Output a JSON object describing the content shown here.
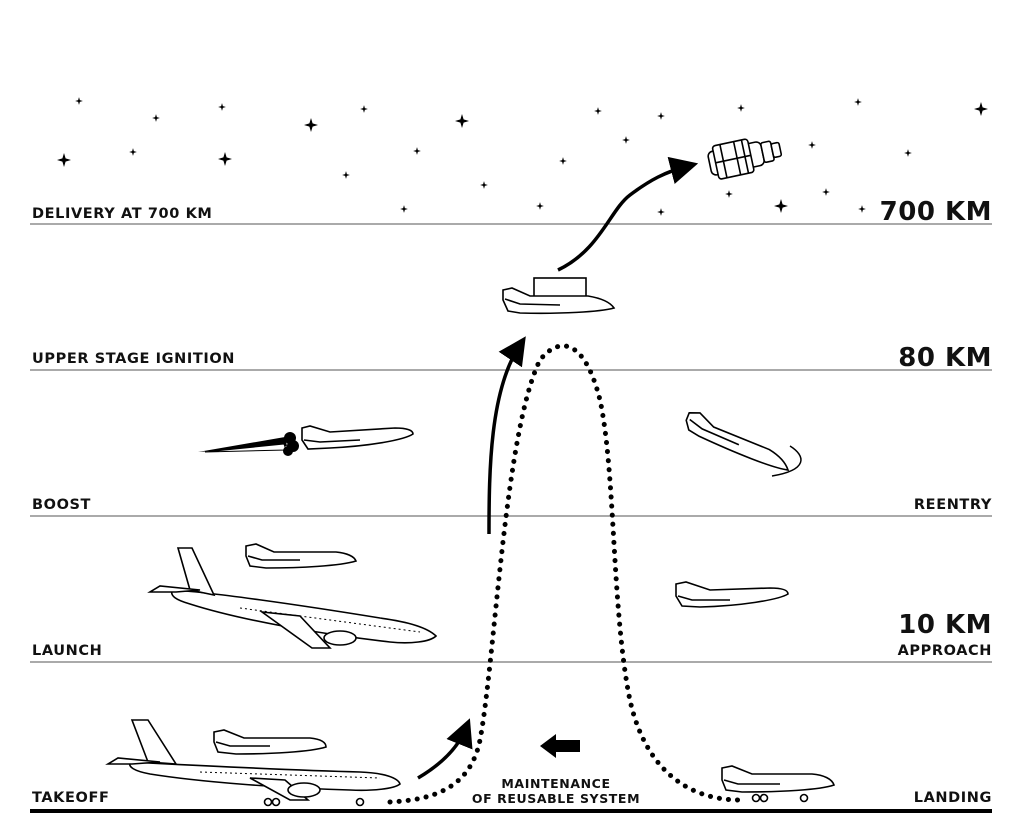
{
  "diagram": {
    "stages": {
      "delivery": "DELIVERY AT 700 KM",
      "upper_stage_ignition": "UPPER STAGE IGNITION",
      "boost": "BOOST",
      "reentry": "REENTRY",
      "launch": "LAUNCH",
      "approach": "APPROACH",
      "takeoff": "TAKEOFF",
      "landing": "LANDING"
    },
    "altitudes": {
      "a700": "700 KM",
      "a80": "80 KM",
      "a10": "10 KM"
    },
    "maintenance": {
      "line1": "MAINTENANCE",
      "line2": "OF REUSABLE SYSTEM"
    },
    "icons": [
      "star-icon",
      "satellite-icon",
      "spaceplane-icon",
      "carrier-aircraft-icon",
      "arrow-icon",
      "flame-icon"
    ]
  }
}
